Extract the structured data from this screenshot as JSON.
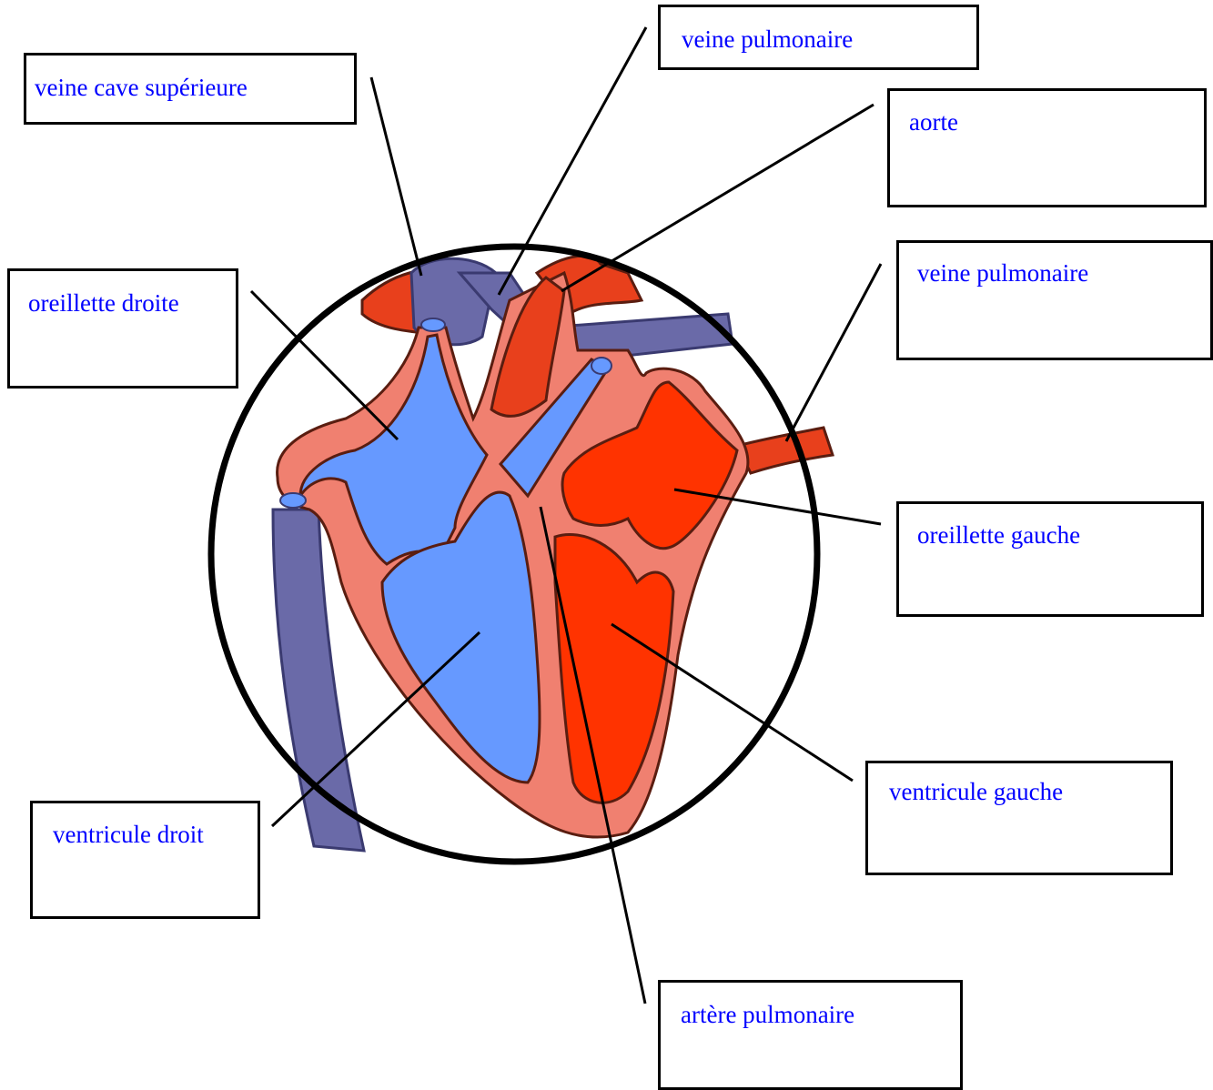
{
  "colors": {
    "label_text": "#0000ff",
    "box_border": "#000000",
    "deoxygenated_blood": "#6699ff",
    "oxygenated_blood": "#ff3300",
    "heart_wall": "#f08070",
    "vein_vessel": "#6666aa",
    "outline": "#000000"
  },
  "labels": {
    "vcs": "veine cave supérieure",
    "vp1": "veine pulmonaire",
    "aorte": "aorte",
    "vp2": "veine pulmonaire",
    "od": "oreillette droite",
    "og": "oreillette gauche",
    "vg": "ventricule gauche",
    "vd": "ventricule droit",
    "ap": "artère pulmonaire"
  }
}
